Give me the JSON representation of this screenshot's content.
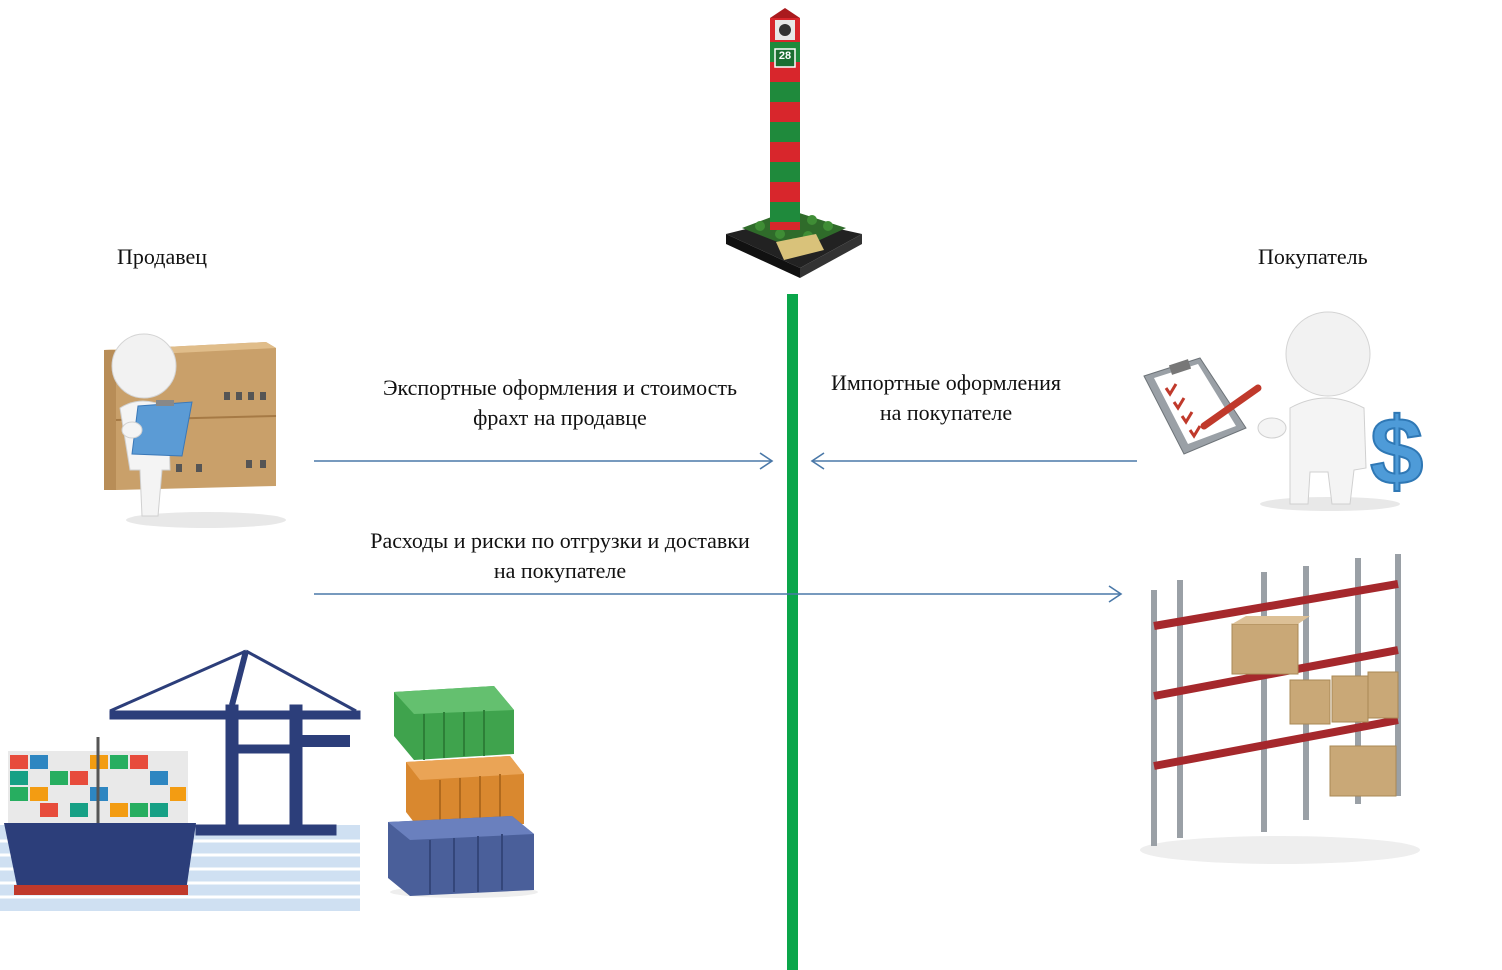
{
  "seller": {
    "label": "Продавец"
  },
  "buyer": {
    "label": "Покупатель"
  },
  "arrows": {
    "export": {
      "line1": "Экспортные оформления и стоимость",
      "line2": "фрахт на продавце"
    },
    "import": {
      "line1": "Импортные оформления",
      "line2": "на покупателе"
    },
    "risks": {
      "line1": "Расходы и риски по отгрузки и доставки",
      "line2": "на покупателе"
    }
  },
  "border_post": {
    "number": "28"
  },
  "colors": {
    "border_line": "#0aa64a",
    "arrow": "#4a78a8",
    "post_green": "#1f8a3c",
    "post_red": "#d8262c"
  },
  "icons": {
    "seller_figure": "person-with-boxes-icon",
    "buyer_figure": "person-with-dollar-icon",
    "border_post": "border-post-icon",
    "port": "port-crane-ship-icon",
    "containers": "shipping-containers-icon",
    "warehouse": "warehouse-rack-icon"
  }
}
